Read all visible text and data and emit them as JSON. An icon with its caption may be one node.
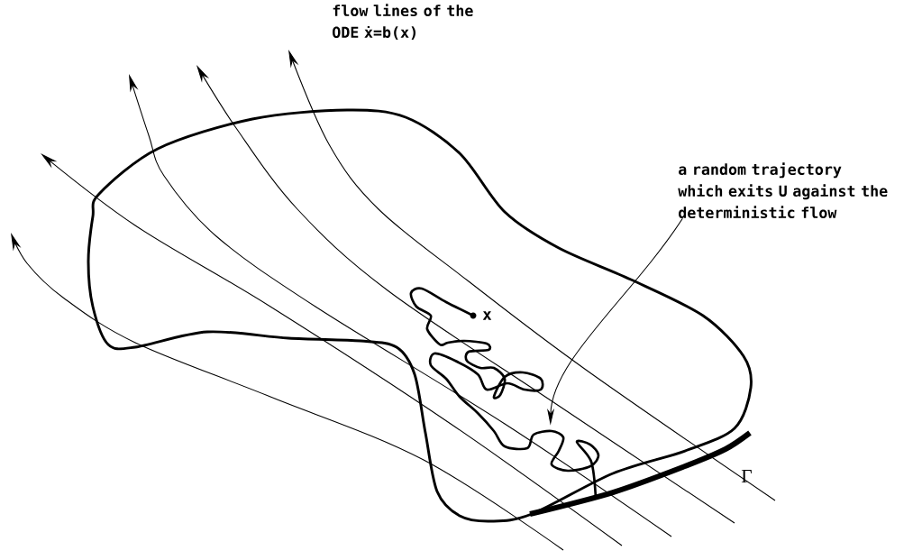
{
  "diagram": {
    "nodes": [
      {
        "text": [
          "a random trajectory which exits U against the deterministic flow"
        ]
      },
      {
        "text": [],
        "shape": "picture"
      }
    ],
    "edges": [
      {
        "from": 0,
        "to": 1,
        "arrow": "to"
      }
    ],
    "labels": [
      "flow lines of the ODE ẋ=b(x)",
      "x",
      "Γ"
    ]
  }
}
